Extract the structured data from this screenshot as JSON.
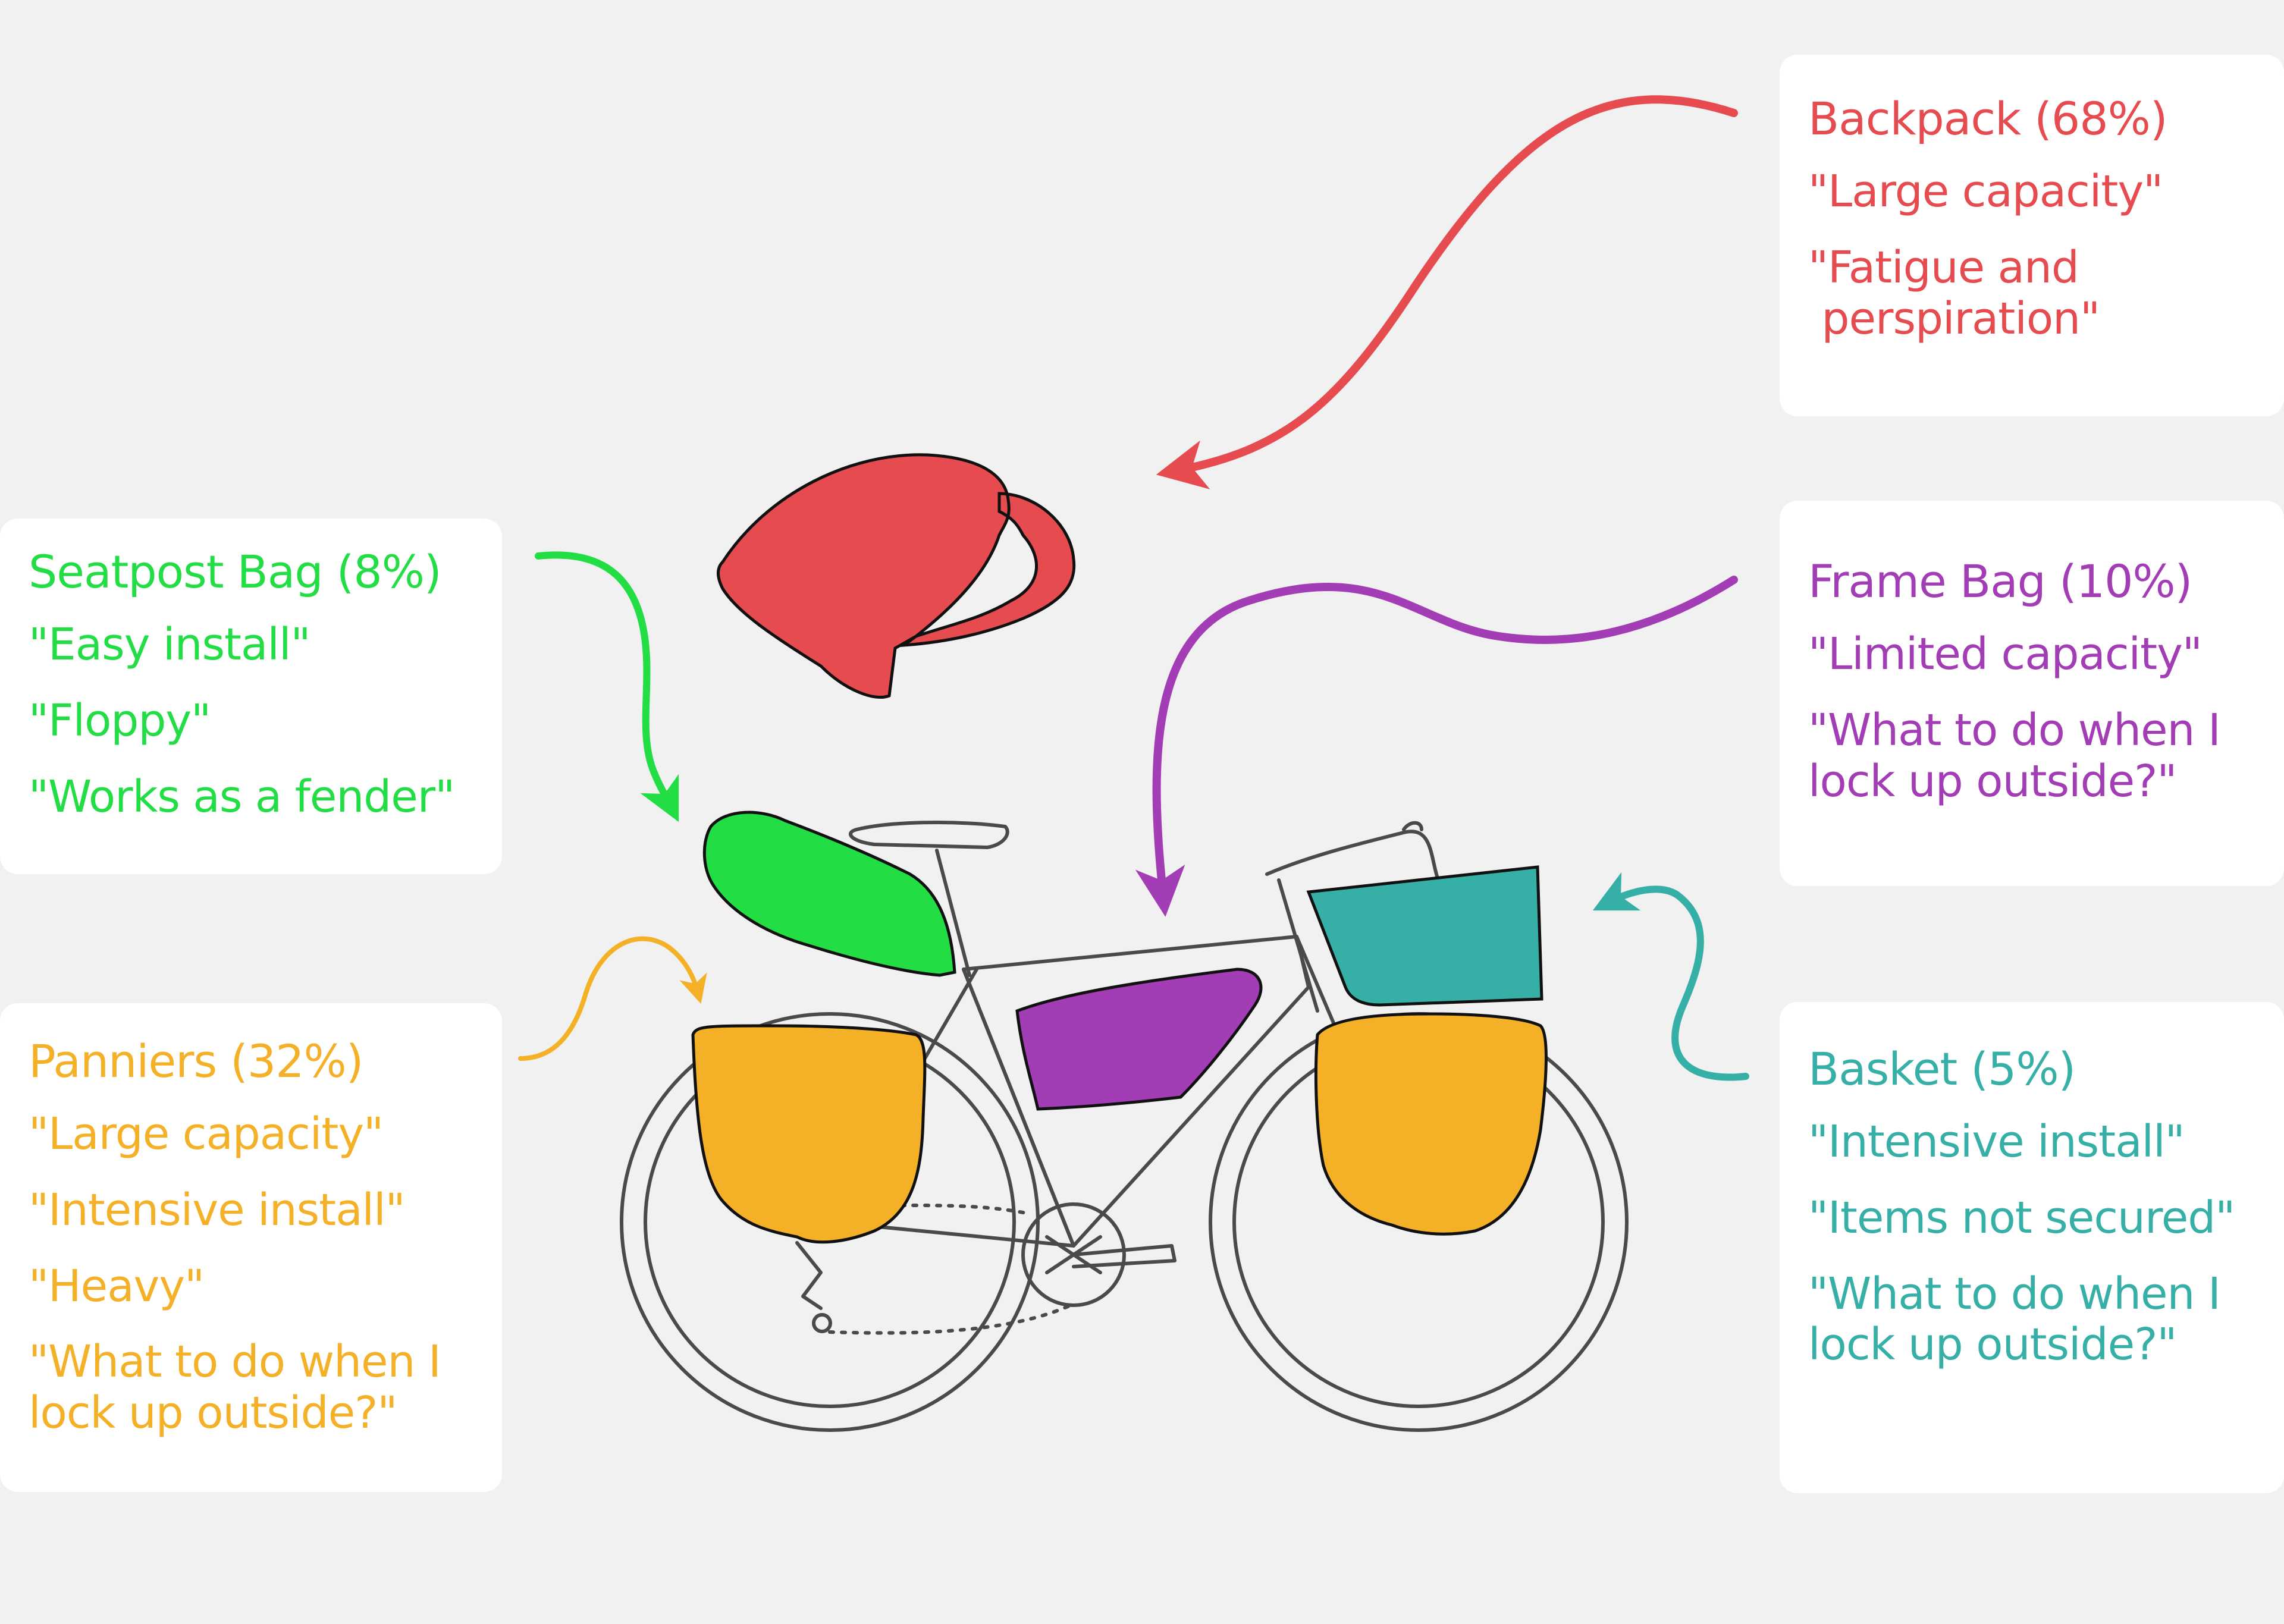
{
  "colors": {
    "backpack": "#e64c4f",
    "frame_bag": "#a23db5",
    "basket": "#36b0a7",
    "seatpost_bag": "#22dd44",
    "panniers": "#f4b027",
    "bike_line": "#4a4a4a",
    "background": "#f1f1f1"
  },
  "cards": {
    "backpack": {
      "title": "Backpack (68%)",
      "notes": [
        "\"Large capacity\"",
        "\"Fatigue and",
        " perspiration\""
      ]
    },
    "frame_bag": {
      "title": "Frame Bag (10%)",
      "notes": [
        "\"Limited capacity\"",
        "\"What to do when I",
        "lock up outside?\""
      ]
    },
    "basket": {
      "title": "Basket (5%)",
      "notes": [
        "\"Intensive install\"",
        "\"Items not secured\"",
        "\"What to do when I",
        "lock up outside?\""
      ]
    },
    "seatpost_bag": {
      "title": "Seatpost Bag (8%)",
      "notes": [
        "\"Easy install\"",
        "\"Floppy\"",
        "\"Works as a fender\""
      ]
    },
    "panniers": {
      "title": "Panniers (32%)",
      "notes": [
        "\"Large capacity\"",
        "\"Intensive install\"",
        "\"Heavy\"",
        "\"What to do when I",
        "lock up outside?\""
      ]
    }
  },
  "icons": [
    "arrow-icon",
    "bicycle-icon",
    "backpack-icon",
    "seatpost-bag-icon",
    "frame-bag-icon",
    "basket-icon",
    "pannier-icon"
  ]
}
